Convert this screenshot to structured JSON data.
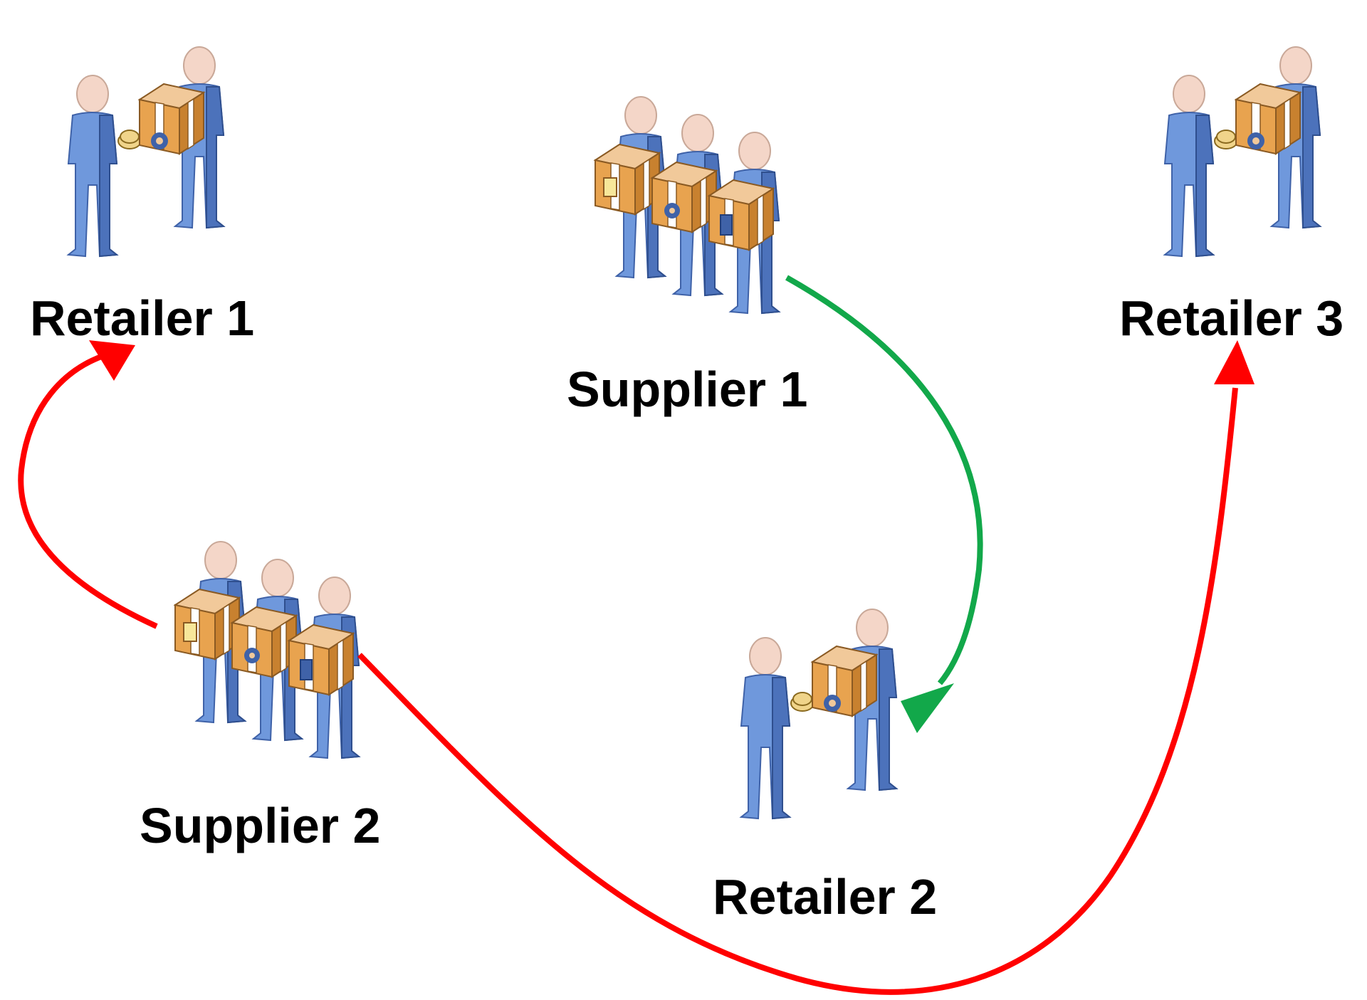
{
  "nodes": {
    "retailer_1": {
      "label": "Retailer 1"
    },
    "retailer_2": {
      "label": "Retailer 2"
    },
    "retailer_3": {
      "label": "Retailer 3"
    },
    "supplier_1": {
      "label": "Supplier 1"
    },
    "supplier_2": {
      "label": "Supplier 2"
    }
  },
  "edges": [
    {
      "from": "Supplier 1",
      "to": "Retailer 2",
      "color": "#12a84a"
    },
    {
      "from": "Supplier 2",
      "to": "Retailer 1",
      "color": "#ff0000"
    },
    {
      "from": "Supplier 2",
      "to": "Retailer 3",
      "color": "#ff0000"
    }
  ],
  "icons": {
    "retailer": "retailer-transaction-icon",
    "supplier": "supplier-group-icon"
  }
}
